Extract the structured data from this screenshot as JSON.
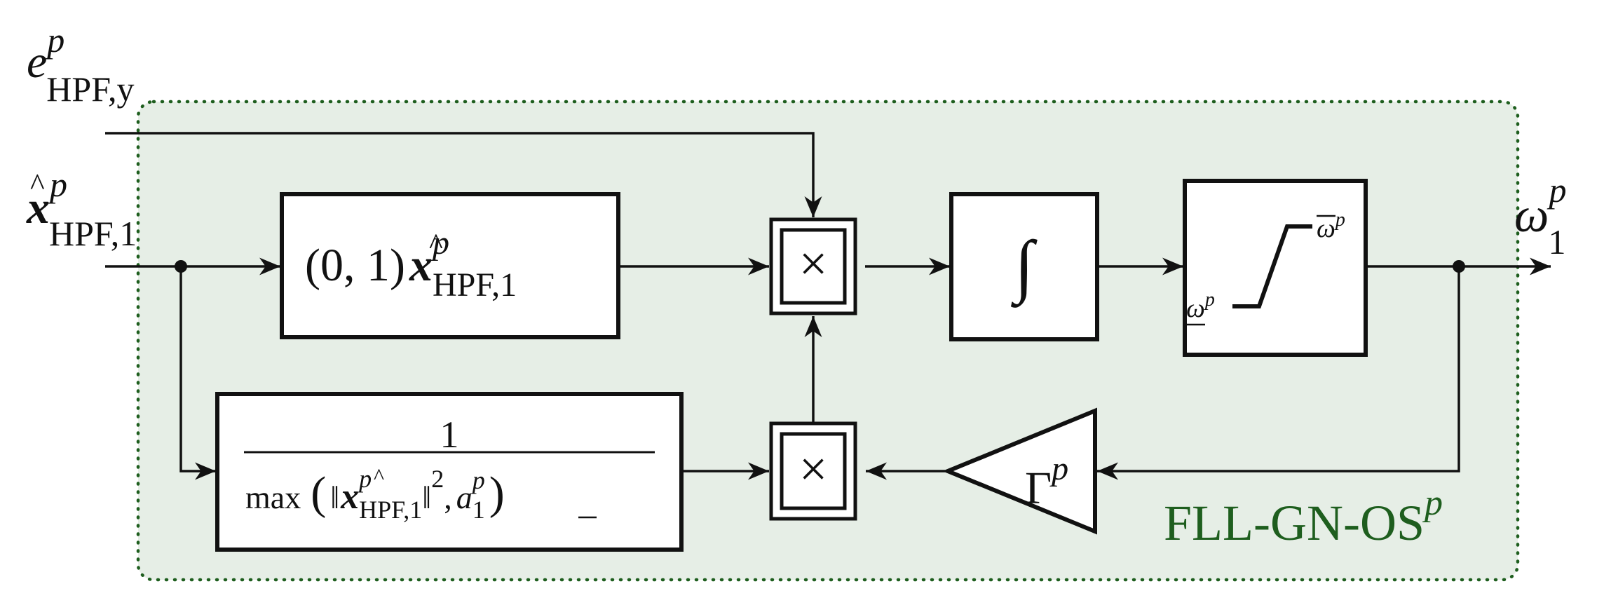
{
  "inputs": {
    "error": {
      "base": "e",
      "sup": "p",
      "sub": "HPF,y"
    },
    "state": {
      "base": "x",
      "sup": "p",
      "sub": "HPF,1"
    }
  },
  "output": {
    "base": "ω",
    "sup": "p",
    "sub": "1"
  },
  "blocks": {
    "selector": {
      "prefix": "(0, 1)",
      "base": "x",
      "sup": "p",
      "sub": "HPF,1"
    },
    "normalizer": {
      "numerator": "1",
      "max": "max",
      "norm_base": "x",
      "norm_sup": "p",
      "norm_sub": "HPF,1",
      "power": "2",
      "a_base": "a",
      "a_sup": "p",
      "a_sub": "1"
    },
    "multiplier_symbol": "×",
    "integrator_symbol": "∫",
    "saturation": {
      "upper_base": "ω",
      "upper_sup": "p",
      "lower_base": "ω",
      "lower_sup": "p"
    },
    "gain": {
      "base": "Γ",
      "sup": "p"
    }
  },
  "region": {
    "label": "FLL-GN-OS",
    "label_sup": "p",
    "fill": "#e6eee6",
    "border": "#1e5e1e"
  }
}
